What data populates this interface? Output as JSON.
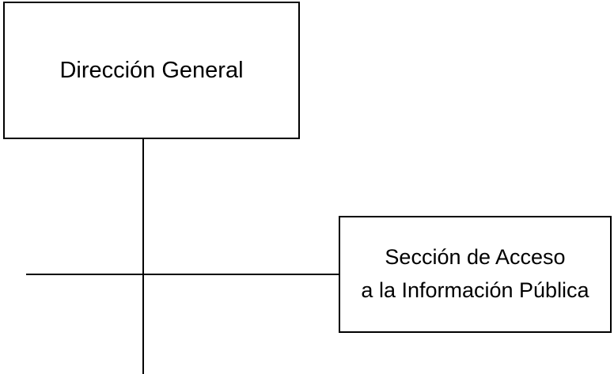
{
  "org_chart": {
    "top_unit": {
      "label": "Dirección General"
    },
    "sub_unit": {
      "label_line1": "Sección de Acceso",
      "label_line2": "a la Información Pública"
    }
  }
}
